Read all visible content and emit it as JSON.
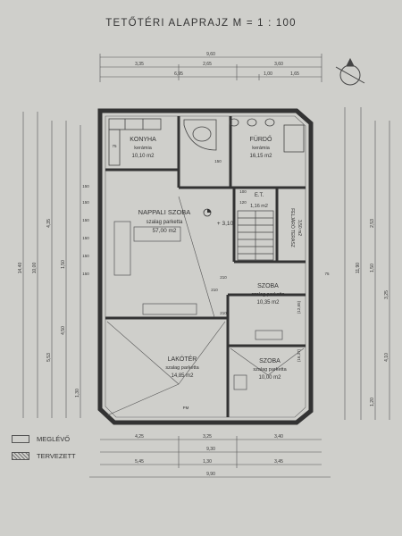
{
  "title": "TETŐTÉRI ALAPRAJZ  M = 1 : 100",
  "rooms": {
    "konyha": {
      "name": "KONYHA",
      "floor": "kerámia",
      "area": "10,10 m2"
    },
    "furdo": {
      "name": "FÜRDŐ",
      "floor": "kerámia",
      "area": "16,15 m2"
    },
    "et": {
      "name": "E.T.",
      "area": "1,16 m2"
    },
    "feljaro": {
      "name": "FELJÁRÓ TERASZ",
      "area": "3,50 m2"
    },
    "nappali": {
      "name": "NAPPALI SZOBA",
      "floor": "szalag parketta",
      "area": "57,00 m2"
    },
    "szoba1": {
      "name": "SZOBA",
      "floor": "szalag parketta",
      "area": "10,35 m2"
    },
    "lakoter": {
      "name": "LAKÓTÉR",
      "floor": "szalag parketta",
      "area": "14,85 m2"
    },
    "szoba2": {
      "name": "SZOBA",
      "floor": "szalag parketta",
      "area": "10,00 m2"
    }
  },
  "level_mark": "+ 3,10",
  "dims_top": {
    "overall": "9,60",
    "row2": [
      "3,35",
      "2,65",
      "3,60"
    ],
    "row3": [
      "6,95",
      "1,00",
      "1,65"
    ]
  },
  "dims_bottom": {
    "row1": [
      "4,25",
      "3,25",
      "3,40"
    ],
    "row2": [
      "9,30"
    ],
    "row3": [
      "5,45",
      "1,30",
      "3,45"
    ],
    "overall": "9,90"
  },
  "dims_left": [
    "14,40",
    "10,00",
    "5,53",
    "4,50",
    "1,50",
    "4,35",
    "1,30"
  ],
  "dims_right": [
    "11,90",
    "2,53",
    "1,50",
    "3,25",
    "4,10",
    "1,20"
  ],
  "wall_marks": [
    "75",
    "150",
    "150",
    "150",
    "150",
    "150",
    "150",
    "210",
    "210",
    "210",
    "100",
    "120",
    "150",
    "75",
    "(12,65)",
    "(16,37)",
    "PM"
  ],
  "legend": [
    {
      "label": "MEGLÉVŐ",
      "style": "plain"
    },
    {
      "label": "TERVEZETT",
      "style": "hatched"
    }
  ]
}
